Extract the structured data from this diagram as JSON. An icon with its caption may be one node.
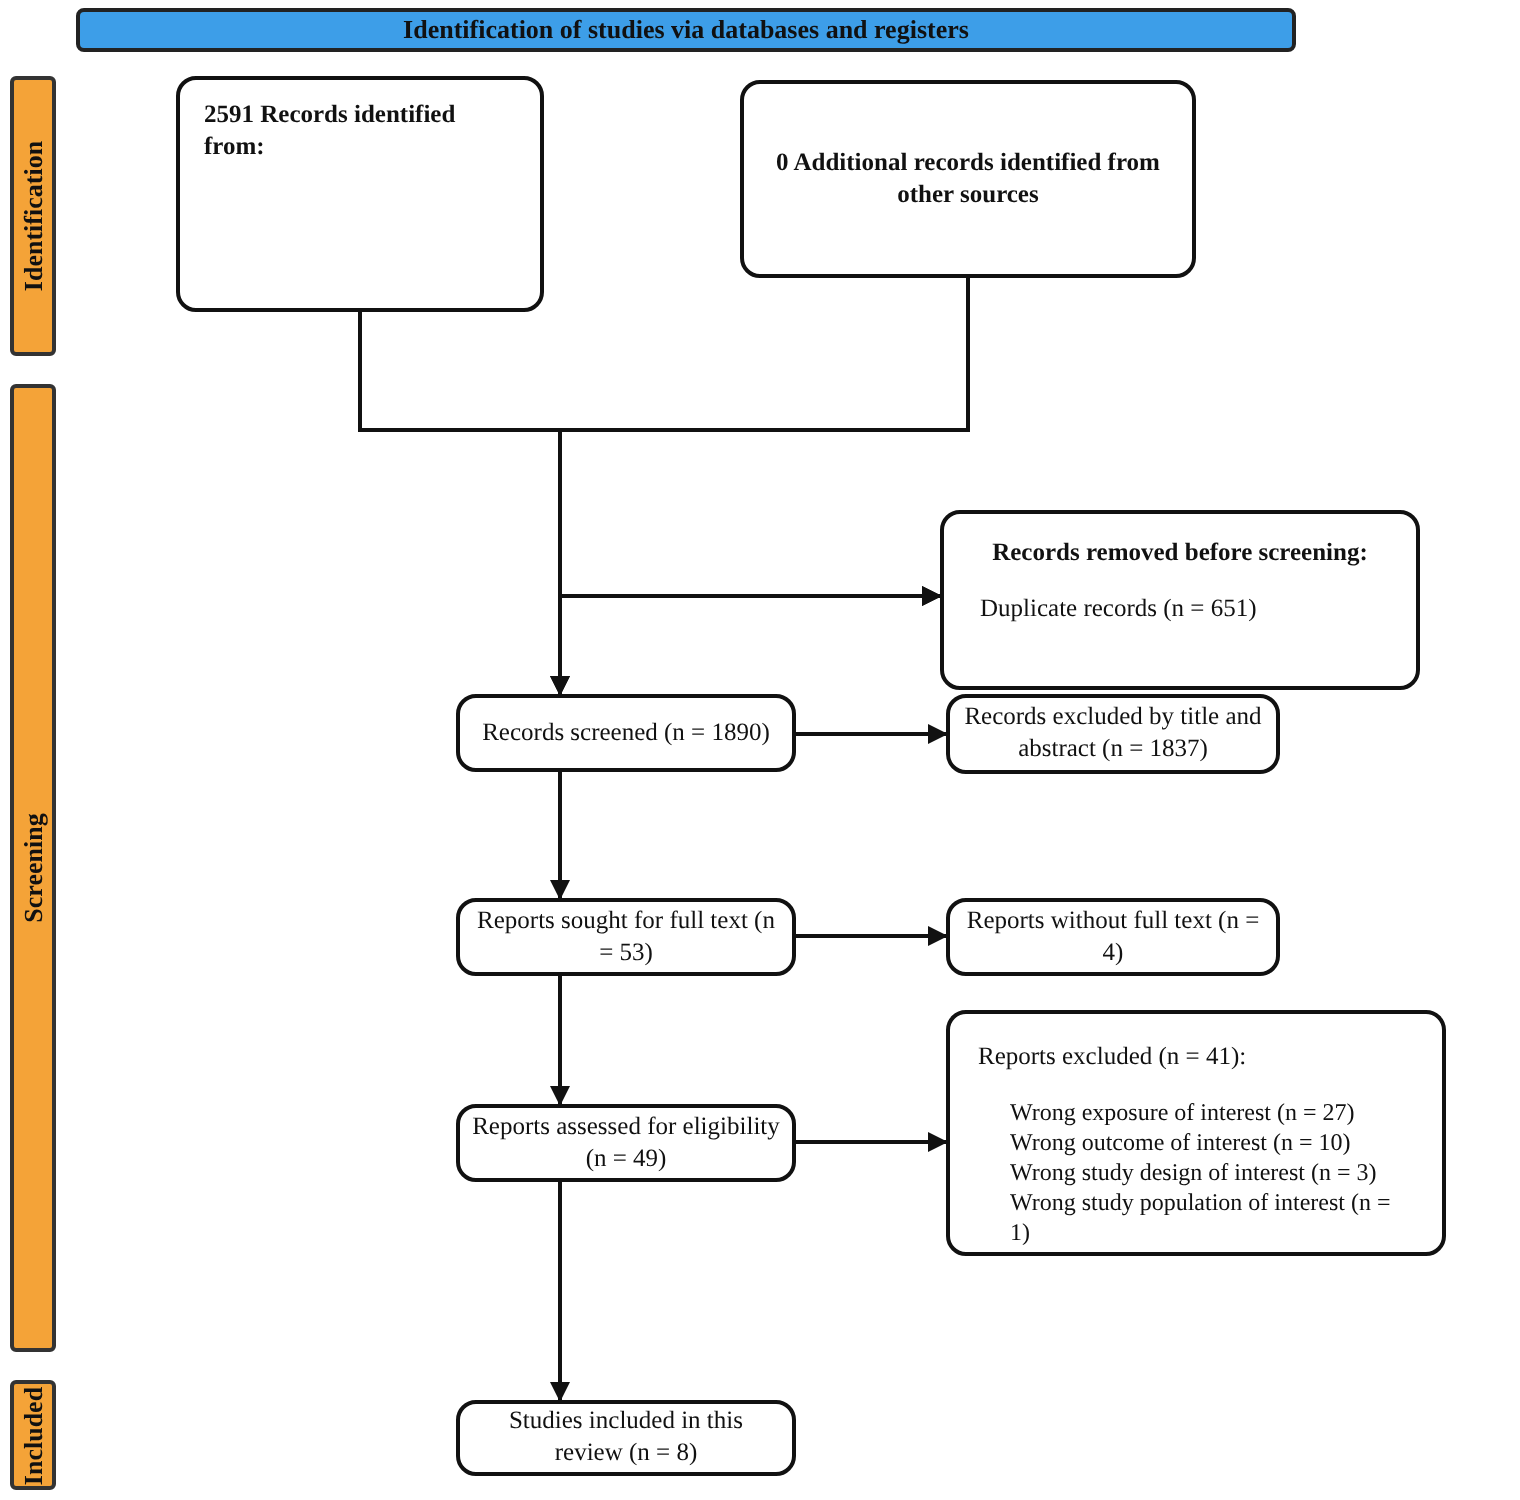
{
  "diagram": {
    "title": "Identification of studies via databases and registers",
    "nodes": [
      {
        "text": [
          "Identification"
        ]
      },
      {
        "text": [
          "2591 Records identified from:"
        ]
      },
      {
        "text": [
          "0 Additional records identified from other sources"
        ]
      },
      {
        "text": [
          "Screening"
        ]
      },
      {
        "text": [
          "Records removed before screening:",
          "Duplicate records (n = 651)"
        ]
      },
      {
        "text": [
          "Records screened (n = 1890)"
        ]
      },
      {
        "text": [
          "Records excluded by title and abstract (n = 1837)"
        ]
      },
      {
        "text": [
          "Reports sought for full text (n = 53)"
        ]
      },
      {
        "text": [
          "Reports without full text (n = 4)"
        ]
      },
      {
        "text": [
          "Reports assessed for eligibility (n = 49)"
        ]
      },
      {
        "text": [
          "Reports excluded (n = 41):",
          "Wrong exposure of interest (n = 27)",
          "Wrong outcome of interest (n = 10)",
          "Wrong study design of interest (n = 3)",
          "Wrong study population of interest (n = 1)"
        ]
      },
      {
        "text": [
          "Included"
        ]
      },
      {
        "text": [
          "Studies included in this review (n = 8)"
        ]
      }
    ],
    "edges": [
      {
        "from": 1,
        "to": 5,
        "arrow": "to"
      },
      {
        "from": 2,
        "to": 5,
        "arrow": "to"
      },
      {
        "from": 1,
        "to": 4,
        "arrow": "to"
      },
      {
        "from": 2,
        "to": 4,
        "arrow": "to"
      },
      {
        "from": 5,
        "to": 6,
        "arrow": "to"
      },
      {
        "from": 5,
        "to": 7,
        "arrow": "to"
      },
      {
        "from": 7,
        "to": 8,
        "arrow": "to"
      },
      {
        "from": 7,
        "to": 9,
        "arrow": "to"
      },
      {
        "from": 9,
        "to": 10,
        "arrow": "to"
      },
      {
        "from": 9,
        "to": 12,
        "arrow": "to"
      }
    ]
  }
}
